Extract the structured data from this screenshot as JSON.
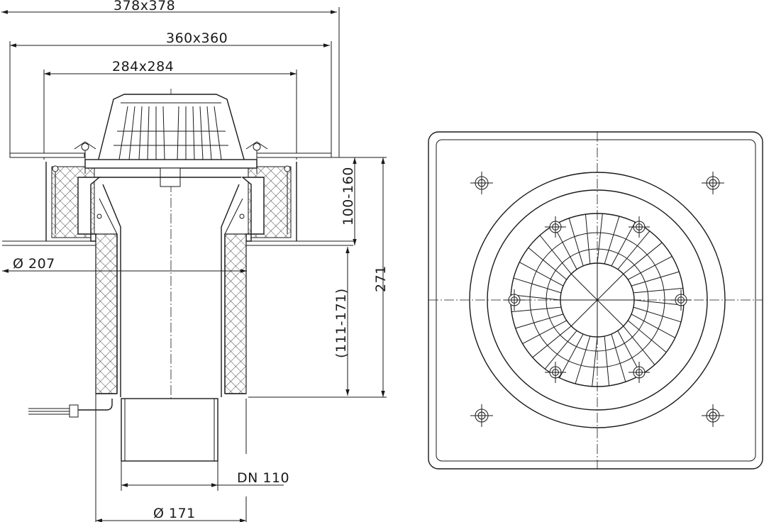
{
  "dimensions": {
    "outer_flange": "378x378",
    "membrane_flange": "360x360",
    "inner_flange": "284x284",
    "insulation_diameter": "Ø 207",
    "height_range": "100-160",
    "total_height": "271",
    "adjustable_range": "(111-171)",
    "pipe_size": "DN 110",
    "body_diameter": "Ø 171"
  },
  "colors": {
    "line": "#1a1a1a",
    "background": "#ffffff",
    "hatch": "#1a1a1a"
  }
}
